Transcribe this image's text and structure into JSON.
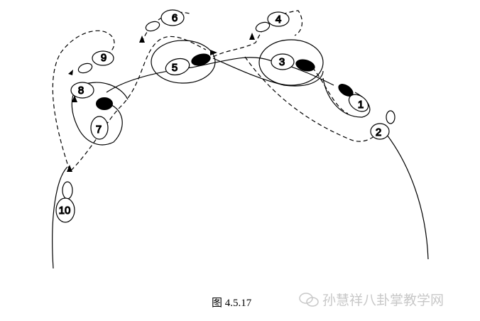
{
  "figure": {
    "caption": "图 4.5.17",
    "watermark": "孙慧祥八卦掌教学网",
    "steps": [
      "1",
      "2",
      "3",
      "4",
      "5",
      "6",
      "7",
      "8",
      "9",
      "10"
    ]
  },
  "colors": {
    "ink": "#000000",
    "watermark": "#c8c8c8"
  }
}
